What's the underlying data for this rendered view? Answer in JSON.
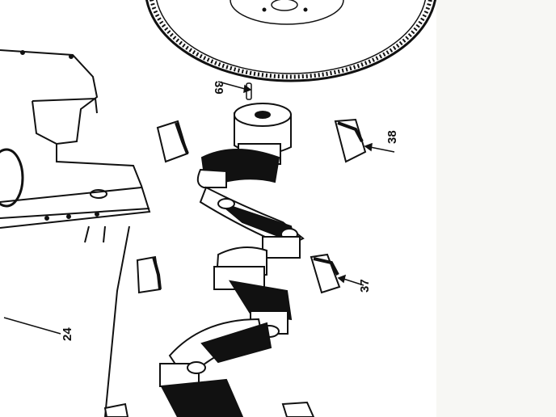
{
  "diagram": {
    "callouts": [
      {
        "id": "39",
        "label": "39"
      },
      {
        "id": "38",
        "label": "38"
      },
      {
        "id": "37",
        "label": "37"
      },
      {
        "id": "24",
        "label": "24"
      }
    ],
    "colors": {
      "ink": "#111111",
      "paper": "#ffffff",
      "scan_edge": "#f7f7f4"
    }
  }
}
